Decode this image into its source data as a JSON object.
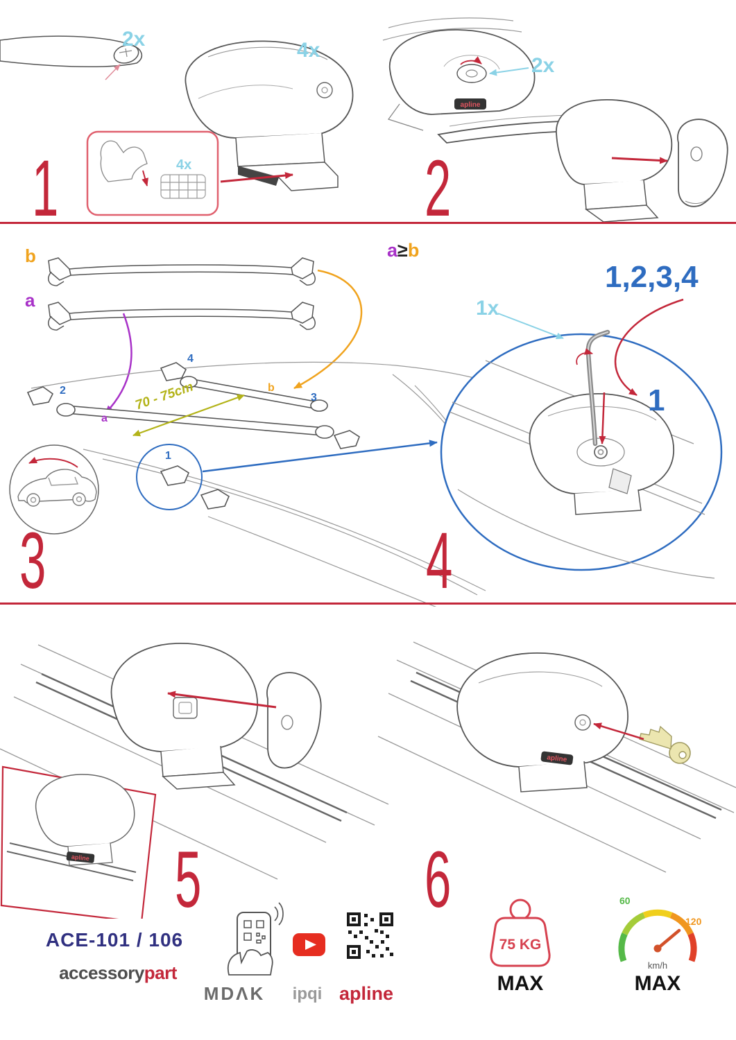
{
  "steps": {
    "s1": {
      "number": "1",
      "bar_qty": "2x",
      "foot_qty": "4x",
      "pad_qty": "4x"
    },
    "s2": {
      "number": "2",
      "knob_qty": "2x"
    },
    "s3": {
      "number": "3",
      "label_bar_b": "b",
      "label_bar_a": "a",
      "distance": "70 - 75cm",
      "foot1": "1",
      "foot2": "2",
      "foot3": "3",
      "foot4": "4",
      "roof_label_a": "a",
      "roof_label_b": "b"
    },
    "s4": {
      "number": "4",
      "rule_a": "a",
      "rule_op": "≥",
      "rule_b": "b",
      "tighten_order": "1,2,3,4",
      "tool_qty": "1x",
      "first_foot": "1"
    },
    "s5": {
      "number": "5"
    },
    "s6": {
      "number": "6"
    }
  },
  "branding": {
    "model": "ACE-101 / 106",
    "brand_gray": "accessory",
    "brand_red": "part",
    "partner_mdak": "MDΛK",
    "partner_ipqi": "ipqi",
    "brand_apline": "apline"
  },
  "limits": {
    "max_weight": "75 KG",
    "max_weight_label": "MAX",
    "speed_green": "60",
    "speed_red": "120",
    "speed_unit": "km/h",
    "max_speed_label": "MAX"
  },
  "colors": {
    "step_red": "#c3273a",
    "qty_cyan": "#8ad2e6",
    "blue": "#2e6cc0",
    "purple": "#a832c8",
    "orange": "#f0a31e",
    "olive": "#b3b318",
    "navy": "#303080"
  }
}
